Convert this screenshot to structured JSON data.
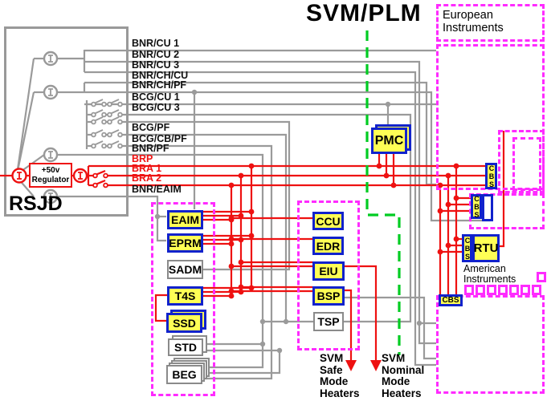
{
  "title": "SVM/PLM",
  "rsjd": {
    "label": "RSJD"
  },
  "regulator": {
    "line1": "+50v",
    "line2": "Regulator"
  },
  "buses": [
    {
      "label": "BNR/CU 1",
      "color": "gray"
    },
    {
      "label": "BNR/CU 2",
      "color": "gray"
    },
    {
      "label": "BNR/CU 3",
      "color": "gray"
    },
    {
      "label": "BNR/CH/CU",
      "color": "gray"
    },
    {
      "label": "BNR/CH/PF",
      "color": "gray"
    },
    {
      "label": "BCG/CU 1",
      "color": "gray"
    },
    {
      "label": "BCG/CU 3",
      "color": "gray"
    },
    {
      "label": "BCG/PF",
      "color": "gray"
    },
    {
      "label": "BCG/CB/PF",
      "color": "gray"
    },
    {
      "label": "BNR/PF",
      "color": "gray"
    },
    {
      "label": "BRP",
      "color": "red"
    },
    {
      "label": "BRA 1",
      "color": "red"
    },
    {
      "label": "BRA 2",
      "color": "red"
    },
    {
      "label": "BNR/EAIM",
      "color": "gray"
    }
  ],
  "groups": {
    "european_line1": "European",
    "european_line2": "Instruments",
    "american_line1": "American",
    "american_line2": "Instruments"
  },
  "boxes": {
    "pmc": "PMC",
    "eaim": "EAIM",
    "eprm": "EPRM",
    "sadm": "SADM",
    "t4s": "T4S",
    "ssd": "SSD",
    "std": "STD",
    "beg": "BEG",
    "ccu": "CCU",
    "edr": "EDR",
    "eiu": "EIU",
    "bsp": "BSP",
    "tsp": "TSP",
    "rtu": "RTU",
    "cbs": "CBS"
  },
  "heaters": {
    "safe": [
      "SVM",
      "Safe",
      "Mode",
      "Heaters"
    ],
    "nominal": [
      "SVM",
      "Nominal",
      "Mode",
      "Heaters"
    ]
  },
  "colors": {
    "wire_red": "#ee1111",
    "wire_gray": "#9a9a9a",
    "group_magenta": "#ff2bff",
    "partition_green": "#00cc22",
    "module_yellow": "#ffff55",
    "module_border_blue": "#1122cc"
  }
}
